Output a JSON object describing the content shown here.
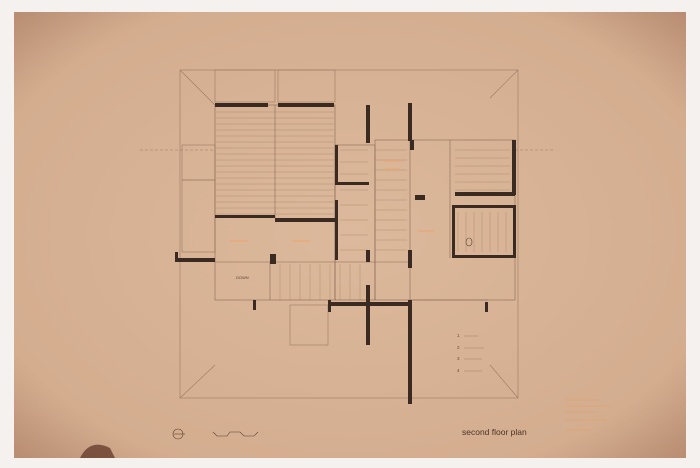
{
  "drawing": {
    "title": "second floor plan",
    "stair_label": "DOWN",
    "legend_numbers": [
      "1",
      "2",
      "3",
      "4"
    ]
  },
  "colors": {
    "paper": "#d8b497",
    "ink": "#3b2a22",
    "faint_line": "#9c7a63",
    "title_block_ink": "#e0a060"
  },
  "icons": [
    "north-arrow-icon",
    "scale-bar-icon"
  ]
}
